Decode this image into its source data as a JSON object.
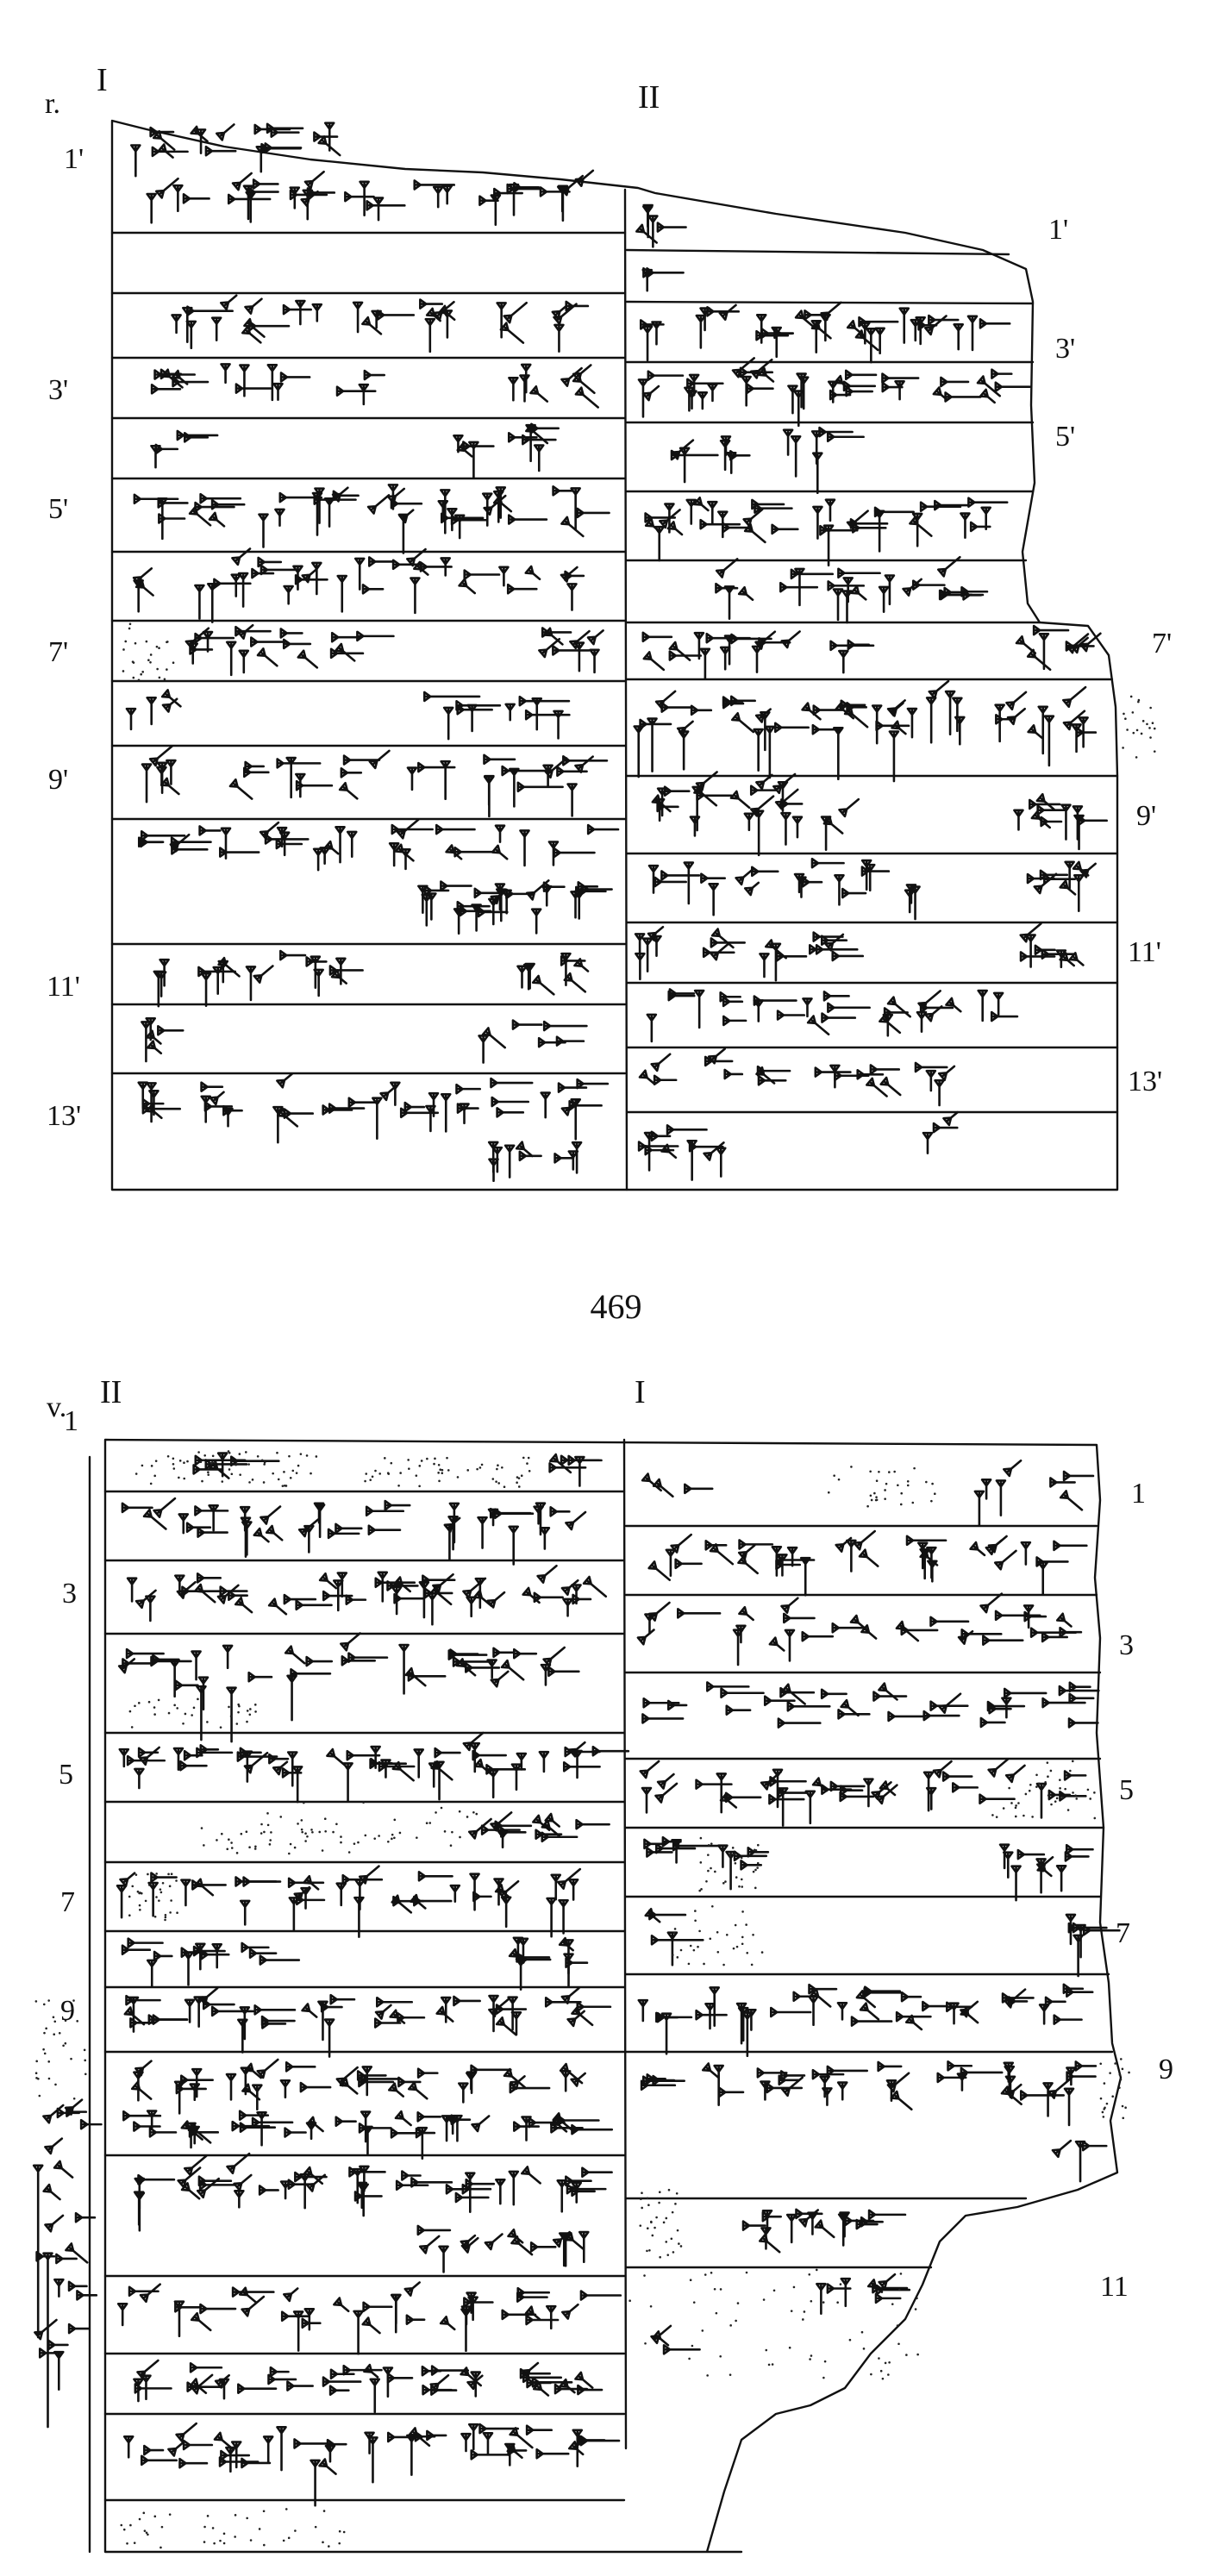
{
  "obverse": {
    "side_label": "r.",
    "col_left": "I",
    "col_right": "II",
    "left_lines": [
      "1'",
      "3'",
      "5'",
      "7'",
      "9'",
      "11'",
      "13'"
    ],
    "right_lines": [
      "1'",
      "3'",
      "5'",
      "7'",
      "9'",
      "11'",
      "13'"
    ]
  },
  "page_number": "469",
  "reverse": {
    "side_label": "v.",
    "col_left": "II",
    "col_right": "I",
    "left_lines": [
      "1",
      "3",
      "5",
      "7",
      "9"
    ],
    "right_lines": [
      "1",
      "3",
      "5",
      "7",
      "9",
      "11"
    ]
  }
}
